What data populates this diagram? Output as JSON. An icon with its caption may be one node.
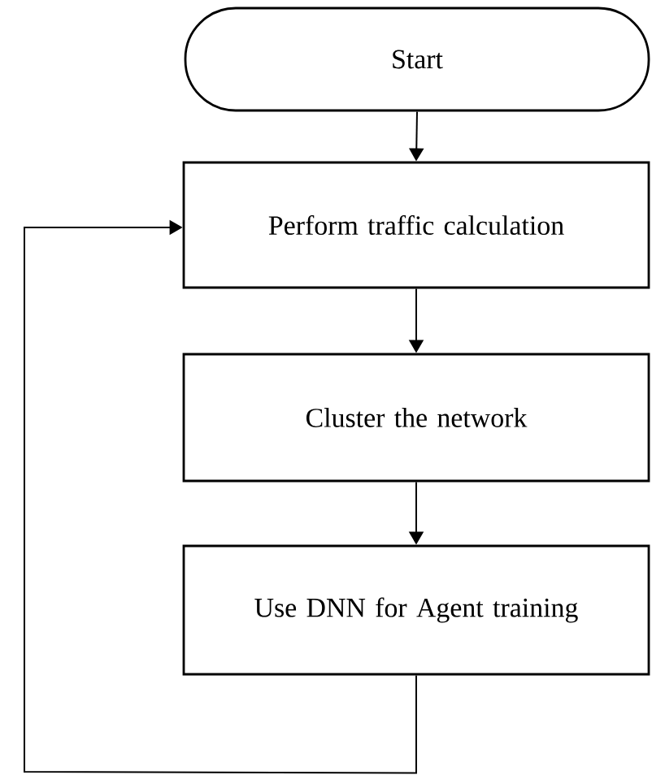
{
  "diagram": {
    "nodes": [
      {
        "text": [
          "Start"
        ]
      },
      {
        "text": [
          "Perform traffic calculation"
        ]
      },
      {
        "text": [
          "Cluster the network"
        ]
      },
      {
        "text": [
          "Use DNN for Agent training"
        ]
      }
    ],
    "edges": [
      {
        "from": 0,
        "to": 1,
        "arrow": "to"
      },
      {
        "from": 1,
        "to": 2,
        "arrow": "to"
      },
      {
        "from": 2,
        "to": 3,
        "arrow": "to"
      },
      {
        "from": 3,
        "to": 1,
        "arrow": "to"
      }
    ]
  }
}
